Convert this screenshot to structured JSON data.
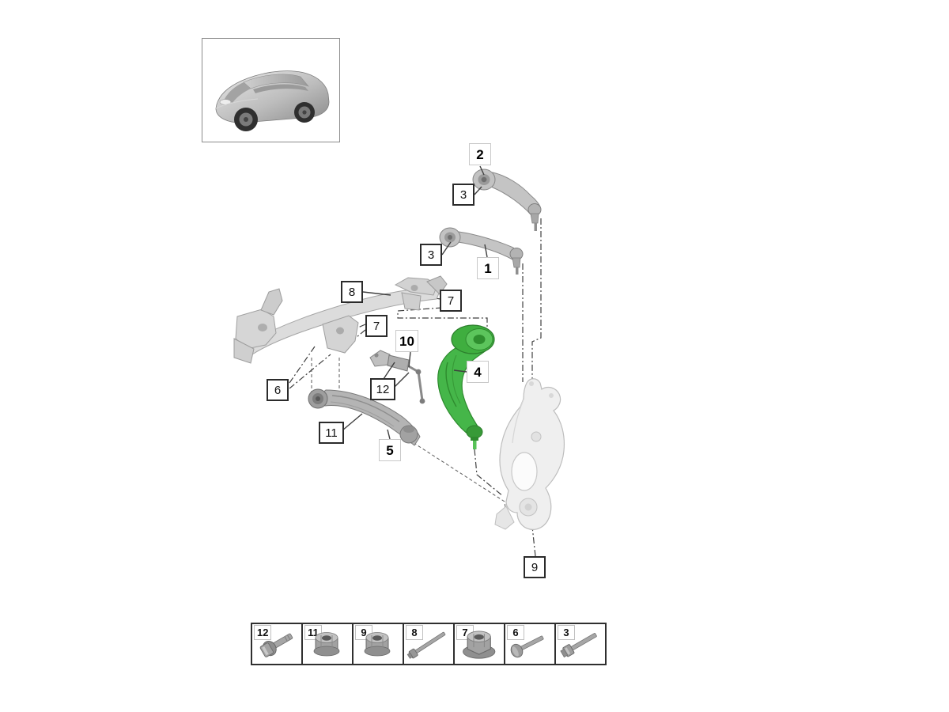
{
  "page": {
    "background": "#ffffff"
  },
  "colors": {
    "highlight_green": "#45b649",
    "highlight_green_dark": "#2e8b2e",
    "part_gray": "#c9c9c9",
    "knuckle_gray": "#efefef",
    "line_gray": "#3f3f3f",
    "callout_border": "#2b2b2b"
  },
  "vehicle_thumbnail": {
    "description": "suv-three-quarter-view"
  },
  "callouts": {
    "c1": {
      "text": "1"
    },
    "c2": {
      "text": "2"
    },
    "c3a": {
      "text": "3"
    },
    "c3b": {
      "text": "3"
    },
    "c4": {
      "text": "4"
    },
    "c5": {
      "text": "5"
    },
    "c6": {
      "text": "6"
    },
    "c7a": {
      "text": "7"
    },
    "c7b": {
      "text": "7"
    },
    "c8": {
      "text": "8"
    },
    "c9": {
      "text": "9"
    },
    "c10": {
      "text": "10"
    },
    "c11": {
      "text": "11"
    },
    "c12": {
      "text": "12"
    }
  },
  "strip": {
    "cells": [
      {
        "num": "12",
        "icon": "flange-bolt"
      },
      {
        "num": "11",
        "icon": "flange-nut"
      },
      {
        "num": "9",
        "icon": "flange-nut"
      },
      {
        "num": "8",
        "icon": "long-bolt"
      },
      {
        "num": "7",
        "icon": "flange-nut-large"
      },
      {
        "num": "6",
        "icon": "pan-head-bolt"
      },
      {
        "num": "3",
        "icon": "hex-bolt"
      }
    ]
  }
}
